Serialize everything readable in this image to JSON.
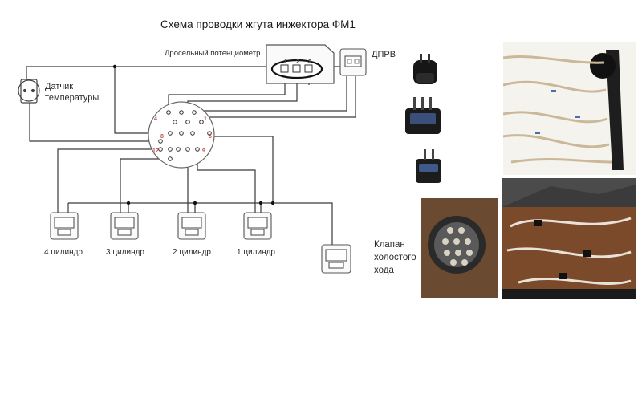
{
  "title": "Схема проводки жгута инжектора ФМ1",
  "components": {
    "tps": "Дросельный потенциометр",
    "dprv": "ДПРВ",
    "temp_sensor": "Датчик температуры",
    "valve": "Клапан холостого хода"
  },
  "tps_pins": [
    "1",
    "2",
    "3"
  ],
  "connector_pins": {
    "p4": "4",
    "p1": "1",
    "p8": "8",
    "p5": "5",
    "p12": "12",
    "p9": "9"
  },
  "cylinders": [
    "4 цилиндр",
    "3 цилиндр",
    "2 цилиндр",
    "1 цилиндр"
  ],
  "colors": {
    "wire": "#3a3a3a",
    "junction": "#111111",
    "pin_label": "#c0504d"
  }
}
